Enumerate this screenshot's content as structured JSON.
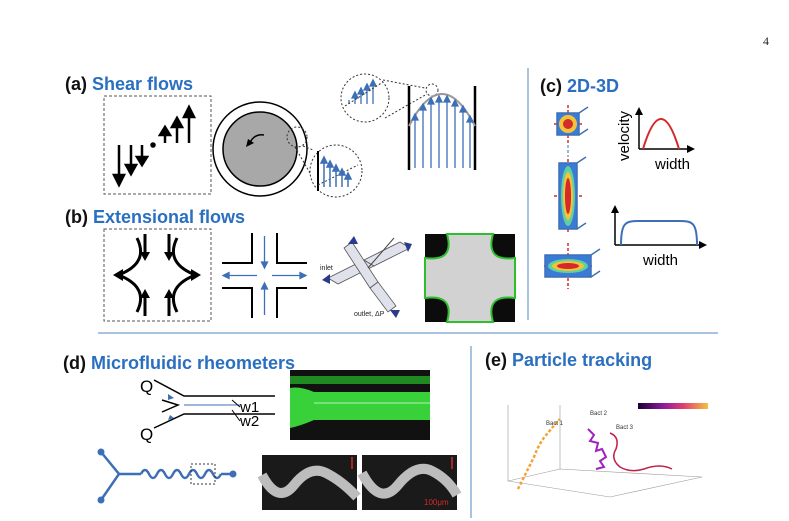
{
  "page": {
    "number": "4"
  },
  "panels": {
    "a": {
      "label": "(a)",
      "title": "Shear flows"
    },
    "b": {
      "label": "(b)",
      "title": "Extensional  flows",
      "inlet": "inlet",
      "outlet": "outlet, ΔP"
    },
    "c": {
      "label": "(c)",
      "title": "2D-3D",
      "ylabel": "velocity",
      "xlabel_top": "width",
      "xlabel_bottom": "width"
    },
    "d": {
      "label": "(d)",
      "title": "Microfluidic rheometers",
      "q_top": "Q",
      "q_bottom": "Q",
      "w1": "w1",
      "w2": "w2",
      "scale": "100μm"
    },
    "e": {
      "label": "(e)",
      "title": "Particle tracking",
      "bact1": "Bact 1",
      "bact2": "Bact 2",
      "bact3": "Bact 3"
    }
  },
  "colors": {
    "accent": "#2a6fc0",
    "arrow_blue": "#3d6fb6",
    "green": "#2dbf2d",
    "red": "#d42a2a",
    "divider": "#a8c4de"
  }
}
